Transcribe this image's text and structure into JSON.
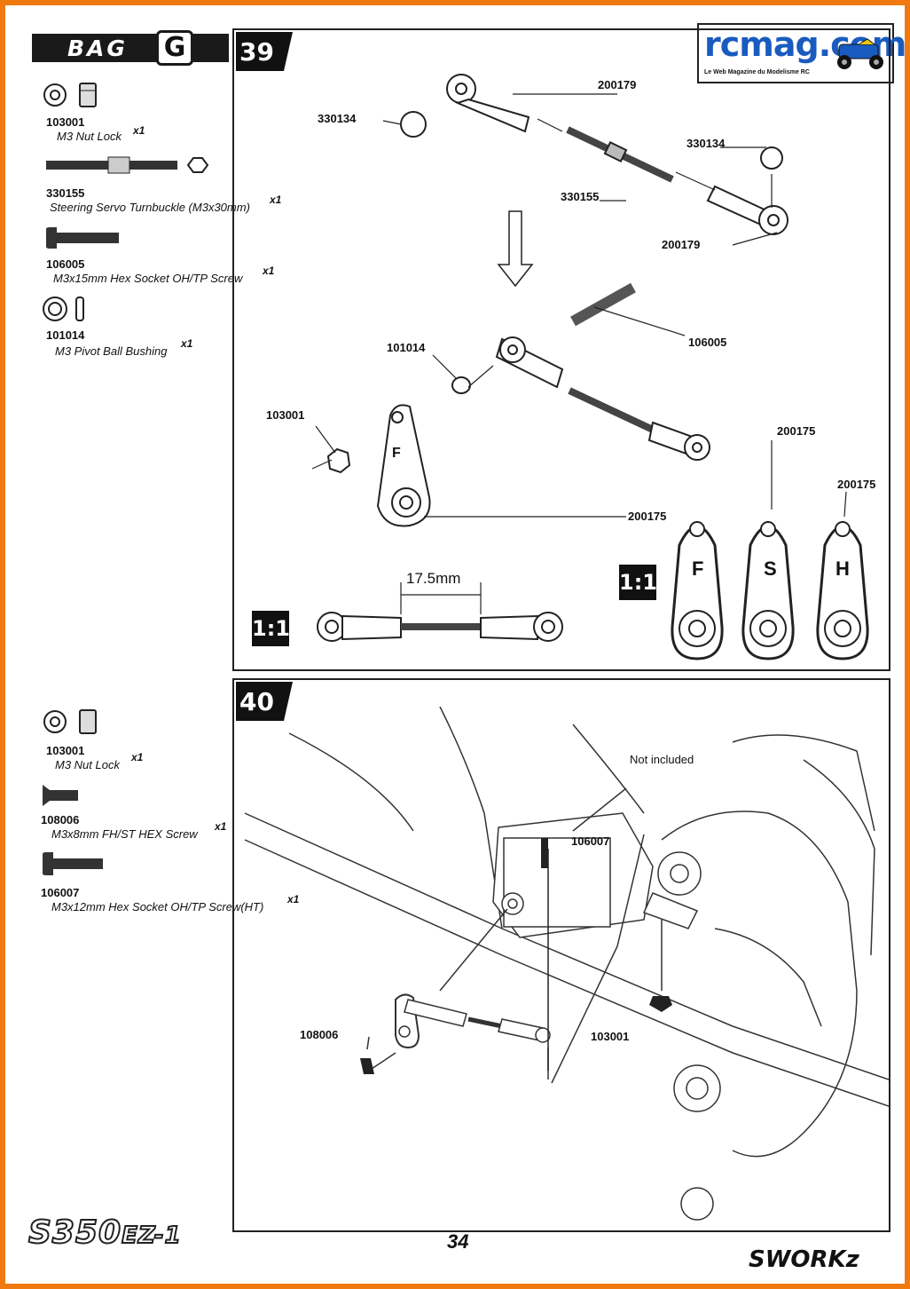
{
  "logo": {
    "name": "rcmag.com",
    "tagline": "Le Web Magazine du Modelisme RC"
  },
  "bag": {
    "word": "BAG",
    "letter": "G"
  },
  "steps": [
    {
      "number": "39"
    },
    {
      "number": "40"
    }
  ],
  "parts_list_39": [
    {
      "code": "103001",
      "name": "M3 Nut Lock",
      "qty": "x1"
    },
    {
      "code": "330155",
      "name": "Steering Servo Turnbuckle (M3x30mm)",
      "qty": "x1"
    },
    {
      "code": "106005",
      "name": "M3x15mm Hex Socket OH/TP Screw",
      "qty": "x1"
    },
    {
      "code": "101014",
      "name": "M3 Pivot Ball Bushing",
      "qty": "x1"
    }
  ],
  "parts_list_40": [
    {
      "code": "103001",
      "name": "M3 Nut Lock",
      "qty": "x1"
    },
    {
      "code": "108006",
      "name": "M3x8mm FH/ST HEX Screw",
      "qty": "x1"
    },
    {
      "code": "106007",
      "name": "M3x12mm Hex Socket OH/TP Screw(HT)",
      "qty": "x1"
    }
  ],
  "step39_labels": {
    "ball_a": "330134",
    "rod_end_a": "200179",
    "ball_b": "330134",
    "turnbuckle": "330155",
    "rod_end_b": "200179",
    "screw": "106005",
    "bushing": "101014",
    "nut": "103001",
    "horn": "200175",
    "horn_s": "200175",
    "horn_h": "200175"
  },
  "step39_scale_1": "1:1",
  "step39_scale_2": "1:1",
  "step39_dimension": "17.5mm",
  "horn_letters": [
    "F",
    "S",
    "H"
  ],
  "horn_letter_exploded": "F",
  "step40_labels": {
    "not_included": "Not included",
    "screw": "106007",
    "fh_screw": "108006",
    "nut": "103001"
  },
  "footer": {
    "page": "34",
    "model": "S350",
    "model_suffix": "EZ-1",
    "brand": "SWORKz"
  }
}
